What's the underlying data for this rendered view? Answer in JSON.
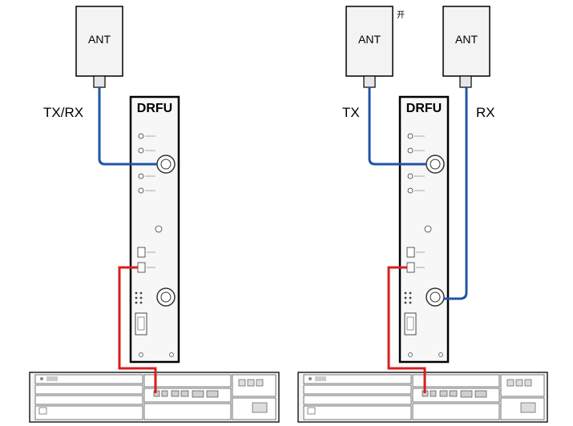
{
  "left": {
    "antenna": {
      "label": "ANT"
    },
    "port_label": "TX/RX",
    "module": {
      "title": "DRFU"
    }
  },
  "right": {
    "antenna_tx": {
      "label": "ANT"
    },
    "antenna_rx": {
      "label": "ANT"
    },
    "stray_mark": "开",
    "tx_label": "TX",
    "rx_label": "RX",
    "module": {
      "title": "DRFU"
    }
  },
  "colors": {
    "rf_cable": "#1f55a6",
    "cpri_cable": "#d81e1e",
    "outline": "#000000",
    "panel": "#f7f7f7"
  }
}
